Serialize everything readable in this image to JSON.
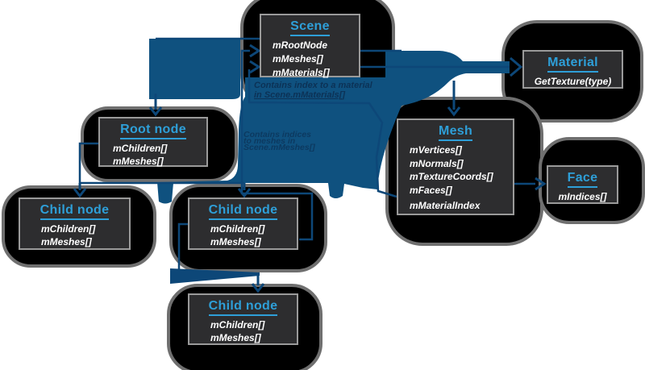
{
  "colors": {
    "accent": "#2e9fd8",
    "swoosh": "#0f517f",
    "connector": "#0d4778",
    "box_bg": "#2d2d2f",
    "box_border": "#9a9a9a",
    "blob": "#000000",
    "blob_border": "#6f6f6f",
    "annotation": "#0c3256",
    "field_text": "#ffffff"
  },
  "nodes": {
    "scene": {
      "title": "Scene",
      "fields": [
        "mRootNode",
        "mMeshes[]",
        "mMaterials[]"
      ]
    },
    "material": {
      "title": "Material",
      "fields": [
        "GetTexture(type)"
      ]
    },
    "mesh": {
      "title": "Mesh",
      "fields": [
        "mVertices[]",
        "mNormals[]",
        "mTextureCoords[]",
        "mFaces[]",
        "mMaterialIndex"
      ]
    },
    "face": {
      "title": "Face",
      "fields": [
        "mIndices[]"
      ]
    },
    "root": {
      "title": "Root node",
      "fields": [
        "mChildren[]",
        "mMeshes[]"
      ]
    },
    "child_left": {
      "title": "Child node",
      "fields": [
        "mChildren[]",
        "mMeshes[]"
      ]
    },
    "child_middle": {
      "title": "Child node",
      "fields": [
        "mChildren[]",
        "mMeshes[]"
      ]
    },
    "child_bottom": {
      "title": "Child node",
      "fields": [
        "mChildren[]",
        "mMeshes[]"
      ]
    }
  },
  "annotations": {
    "material_note": {
      "line1": "Contains index to a material",
      "line2": "in Scene.mMaterials[]"
    },
    "mesh_note": {
      "line1": "Contains indices",
      "line2": "to meshes in",
      "line3": "Scene.mMeshes[]"
    }
  }
}
